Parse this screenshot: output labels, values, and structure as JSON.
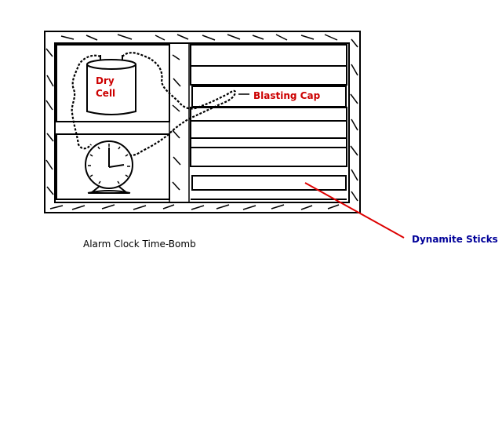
{
  "labels": {
    "dry_cell_line1": "Dry",
    "dry_cell_line2": "Cell",
    "blasting_cap": "Blasting Cap",
    "dynamite_sticks": "Dynamite Sticks",
    "caption": "Alarm Clock Time-Bomb"
  },
  "colors": {
    "outline": "#000000",
    "component_label": "#cc0000",
    "pointer_line": "#dd0000",
    "callout_label": "#000099"
  }
}
